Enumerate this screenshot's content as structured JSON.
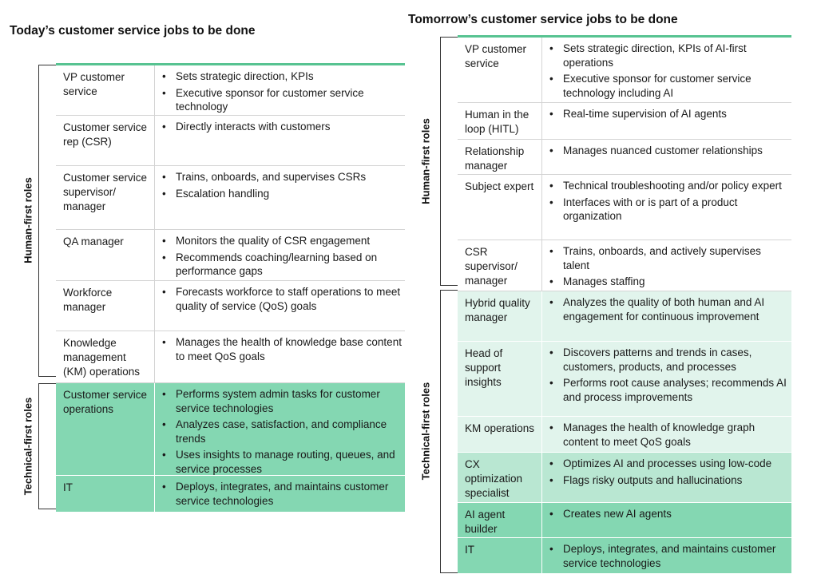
{
  "left": {
    "title": "Today’s customer service jobs to be done",
    "groups": [
      {
        "label": "Human-first roles"
      },
      {
        "label": "Technical-first roles"
      }
    ],
    "rows": [
      {
        "role": "VP customer service",
        "duties": [
          "Sets strategic direction, KPIs",
          "Executive sponsor for customer service technology"
        ]
      },
      {
        "role": "Customer service rep (CSR)",
        "duties": [
          "Directly interacts with customers"
        ]
      },
      {
        "role": "Customer service supervisor/ manager",
        "duties": [
          "Trains, onboards, and supervises CSRs",
          "Escalation handling"
        ]
      },
      {
        "role": "QA manager",
        "duties": [
          "Monitors the quality of CSR engagement",
          "Recommends coaching/learning based on performance gaps"
        ]
      },
      {
        "role": "Workforce manager",
        "duties": [
          "Forecasts workforce to staff operations to meet quality of service (QoS) goals"
        ]
      },
      {
        "role": "Knowledge management (KM) operations",
        "duties": [
          "Manages the health of knowledge base content to meet QoS goals"
        ]
      },
      {
        "role": "Customer service operations",
        "duties": [
          "Performs system admin tasks for customer service technologies",
          "Analyzes case, satisfaction, and compliance trends",
          "Uses insights to manage routing, queues, and service processes"
        ]
      },
      {
        "role": "IT",
        "duties": [
          "Deploys, integrates, and maintains customer service technologies"
        ]
      }
    ]
  },
  "right": {
    "title": "Tomorrow’s customer service jobs to be done",
    "groups": [
      {
        "label": "Human-first roles"
      },
      {
        "label": "Technical-first roles"
      }
    ],
    "rows": [
      {
        "role": "VP customer service",
        "duties": [
          "Sets strategic direction, KPIs of AI-first operations",
          "Executive sponsor for customer service technology including AI"
        ]
      },
      {
        "role": "Human in the loop (HITL)",
        "duties": [
          "Real-time supervision of AI agents"
        ]
      },
      {
        "role": "Relationship manager",
        "duties": [
          "Manages nuanced customer relationships"
        ]
      },
      {
        "role": "Subject expert",
        "duties": [
          "Technical troubleshooting and/or policy expert",
          "Interfaces with or is part of a product organization"
        ]
      },
      {
        "role": "CSR supervisor/ manager",
        "duties": [
          "Trains, onboards, and actively supervises talent",
          "Manages staffing"
        ]
      },
      {
        "role": "Hybrid quality manager",
        "duties": [
          "Analyzes the quality of both human and AI engagement for continuous improvement"
        ]
      },
      {
        "role": "Head of support insights",
        "duties": [
          "Discovers patterns and trends in cases, customers, products, and processes",
          "Performs root cause analyses; recommends AI and process improvements"
        ]
      },
      {
        "role": "KM operations",
        "duties": [
          "Manages the health of knowledge graph content to meet QoS goals"
        ]
      },
      {
        "role": "CX optimization specialist",
        "duties": [
          "Optimizes AI and processes using low-code",
          "Flags risky outputs and hallucinations"
        ]
      },
      {
        "role": "AI agent builder",
        "duties": [
          "Creates new AI agents"
        ]
      },
      {
        "role": "IT",
        "duties": [
          "Deploys, integrates, and maintains customer service technologies"
        ]
      }
    ]
  }
}
